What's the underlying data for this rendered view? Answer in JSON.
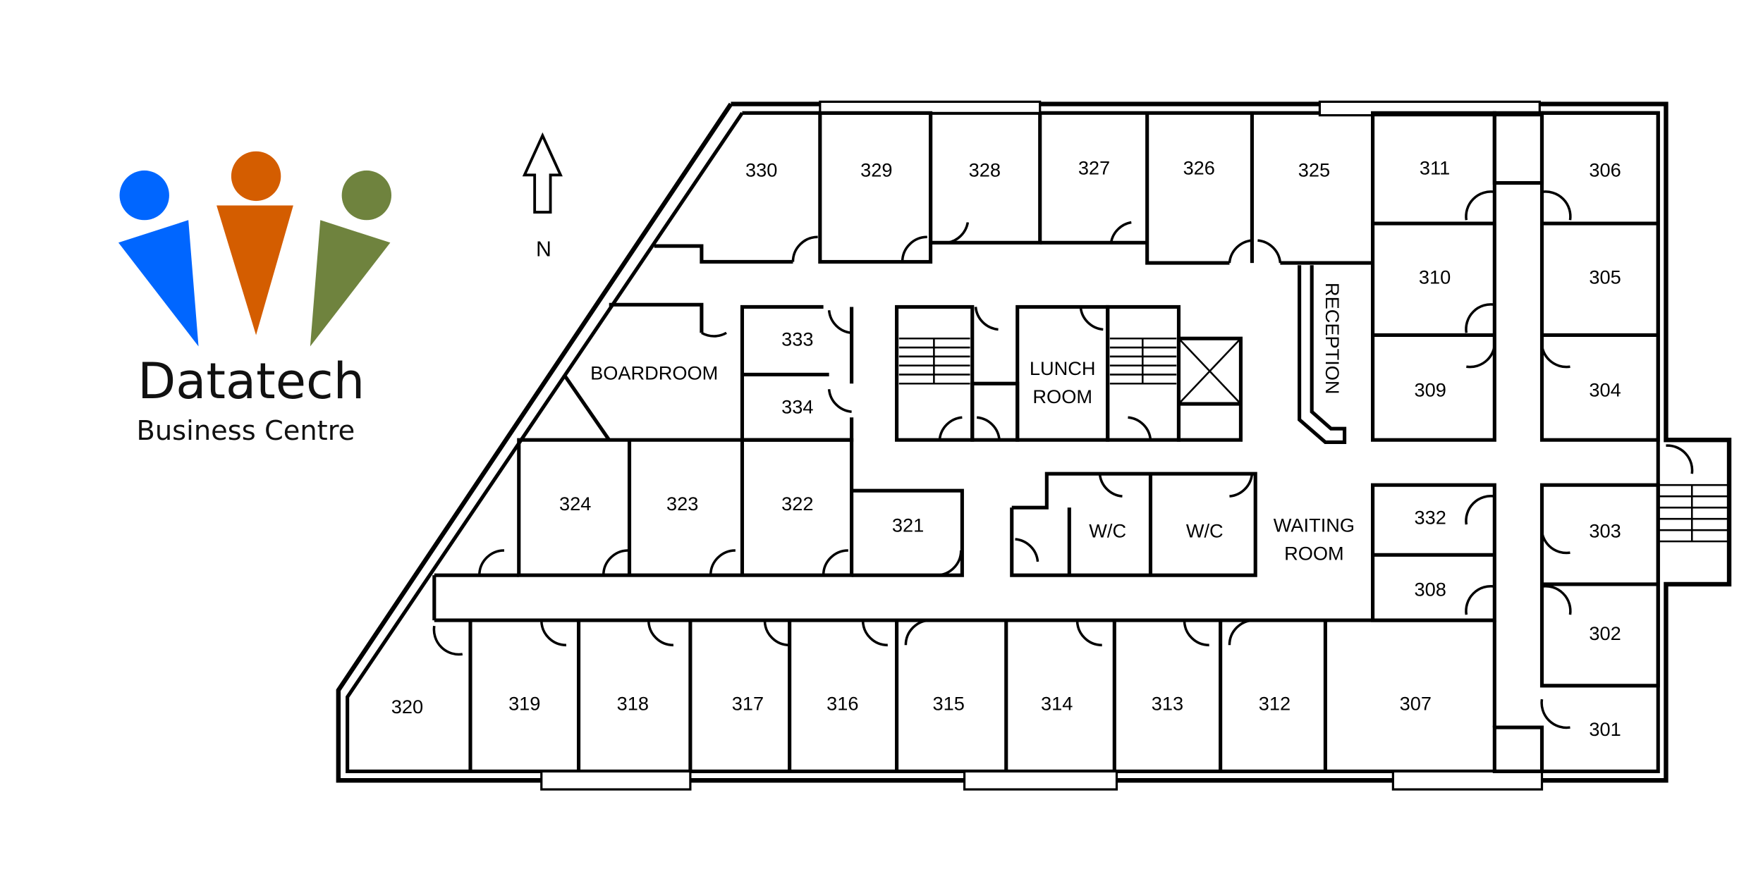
{
  "logo": {
    "name": "Datatech",
    "subtitle": "Business Centre",
    "colors": {
      "blue": "#0066ff",
      "orange": "#d45d00",
      "green": "#6f833e"
    }
  },
  "compass": {
    "label": "N"
  },
  "rooms": [
    {
      "id": "330",
      "label": "330"
    },
    {
      "id": "329",
      "label": "329"
    },
    {
      "id": "328",
      "label": "328"
    },
    {
      "id": "327",
      "label": "327"
    },
    {
      "id": "326",
      "label": "326"
    },
    {
      "id": "325",
      "label": "325"
    },
    {
      "id": "311",
      "label": "311"
    },
    {
      "id": "306",
      "label": "306"
    },
    {
      "id": "310",
      "label": "310"
    },
    {
      "id": "305",
      "label": "305"
    },
    {
      "id": "309",
      "label": "309"
    },
    {
      "id": "304",
      "label": "304"
    },
    {
      "id": "333",
      "label": "333"
    },
    {
      "id": "334",
      "label": "334"
    },
    {
      "id": "boardroom",
      "label": "BOARDROOM"
    },
    {
      "id": "324",
      "label": "324"
    },
    {
      "id": "323",
      "label": "323"
    },
    {
      "id": "322",
      "label": "322"
    },
    {
      "id": "321",
      "label": "321"
    },
    {
      "id": "wc1",
      "label": "W/C"
    },
    {
      "id": "wc2",
      "label": "W/C"
    },
    {
      "id": "332",
      "label": "332"
    },
    {
      "id": "308",
      "label": "308"
    },
    {
      "id": "303",
      "label": "303"
    },
    {
      "id": "302",
      "label": "302"
    },
    {
      "id": "301",
      "label": "301"
    },
    {
      "id": "320",
      "label": "320"
    },
    {
      "id": "319",
      "label": "319"
    },
    {
      "id": "318",
      "label": "318"
    },
    {
      "id": "317",
      "label": "317"
    },
    {
      "id": "316",
      "label": "316"
    },
    {
      "id": "315",
      "label": "315"
    },
    {
      "id": "314",
      "label": "314"
    },
    {
      "id": "313",
      "label": "313"
    },
    {
      "id": "312",
      "label": "312"
    },
    {
      "id": "307",
      "label": "307"
    }
  ],
  "lunch_room": {
    "line1": "LUNCH",
    "line2": "ROOM"
  },
  "waiting_room": {
    "line1": "WAITING",
    "line2": "ROOM"
  },
  "reception": {
    "label": "RECEPTION"
  }
}
